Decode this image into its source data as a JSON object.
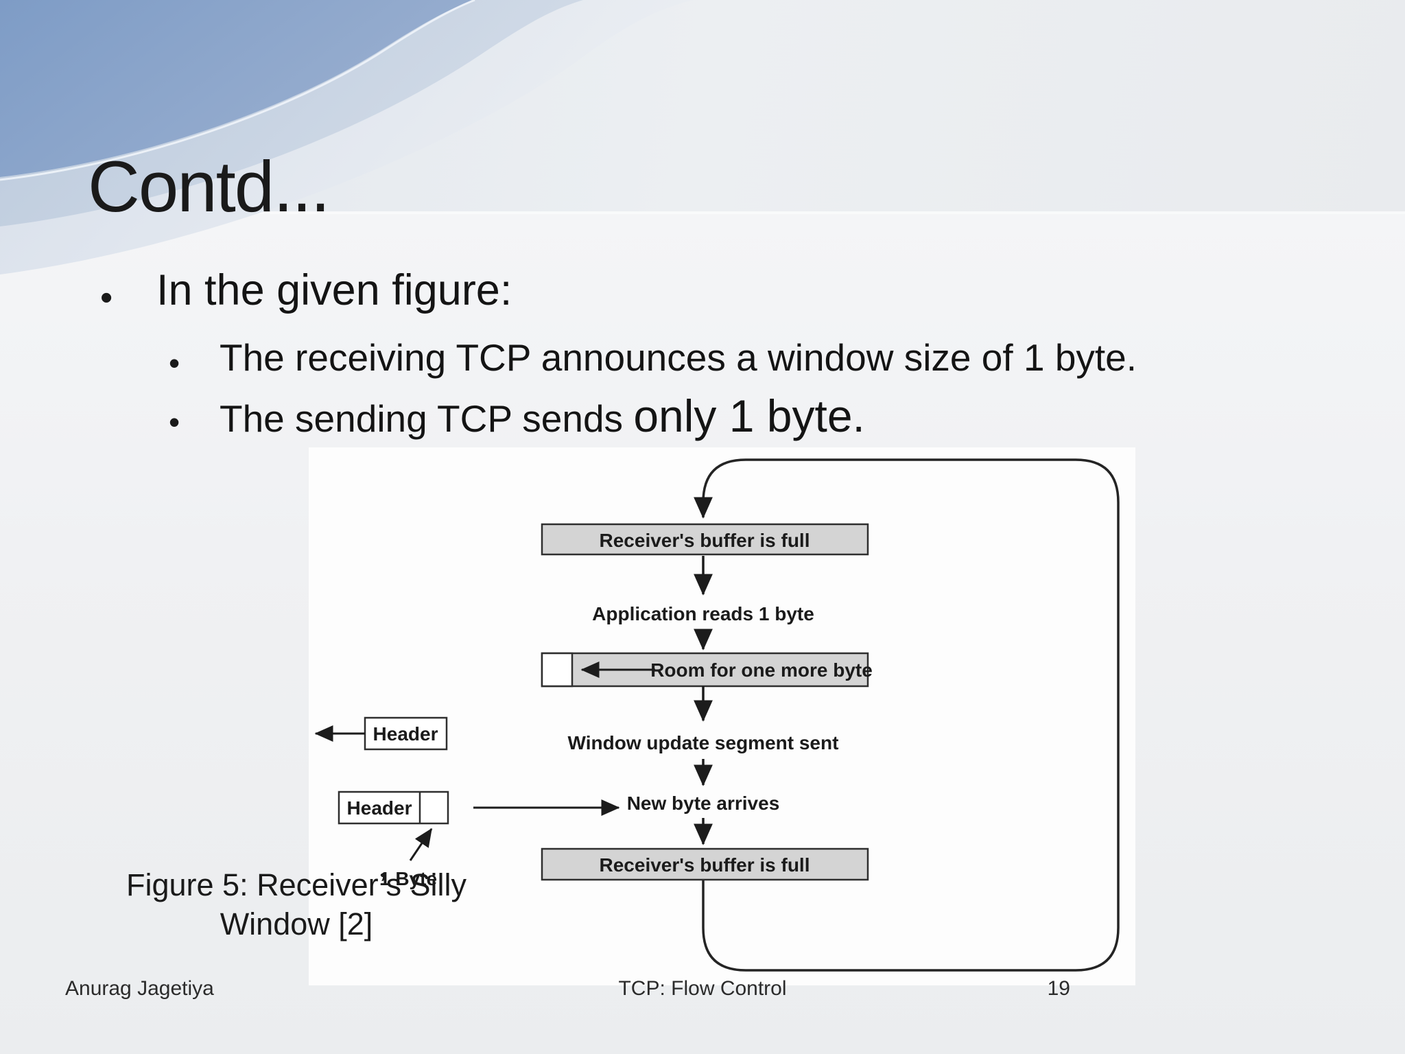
{
  "slide": {
    "title": "Contd...",
    "bullet_glyph": "•",
    "bullets": {
      "main": "In the given figure:",
      "sub1": "The receiving TCP announces a window size of 1 byte.",
      "sub2_prefix": "The sending TCP sends ",
      "sub2_emphasis": "only 1 byte."
    },
    "caption": {
      "line1": "Figure 5: Receiver’s Silly",
      "line2": "Window [2]"
    },
    "footer": {
      "author": "Anurag Jagetiya",
      "center": "TCP: Flow Control",
      "page_number": "19"
    }
  },
  "figure": {
    "top_box": "Receiver's buffer is full",
    "label_app_reads": "Application reads 1 byte",
    "room_box": "Room for one more byte",
    "label_window_update": "Window update segment sent",
    "label_new_byte": "New byte arrives",
    "header_box_1": "Header",
    "header_box_2": "Header",
    "label_one_byte": "1 Byte",
    "bottom_box": "Receiver's buffer is full",
    "colors": {
      "box_fill": "#d4d4d4",
      "box_border": "#2f2f2f",
      "line": "#1c1c1c",
      "background": "#fdfdfd"
    }
  },
  "theme": {
    "accent_blue": "#7e9cc6",
    "accent_blue_light": "#b6c5d9",
    "slide_background": "#eef0f2",
    "text_color": "#161616"
  }
}
